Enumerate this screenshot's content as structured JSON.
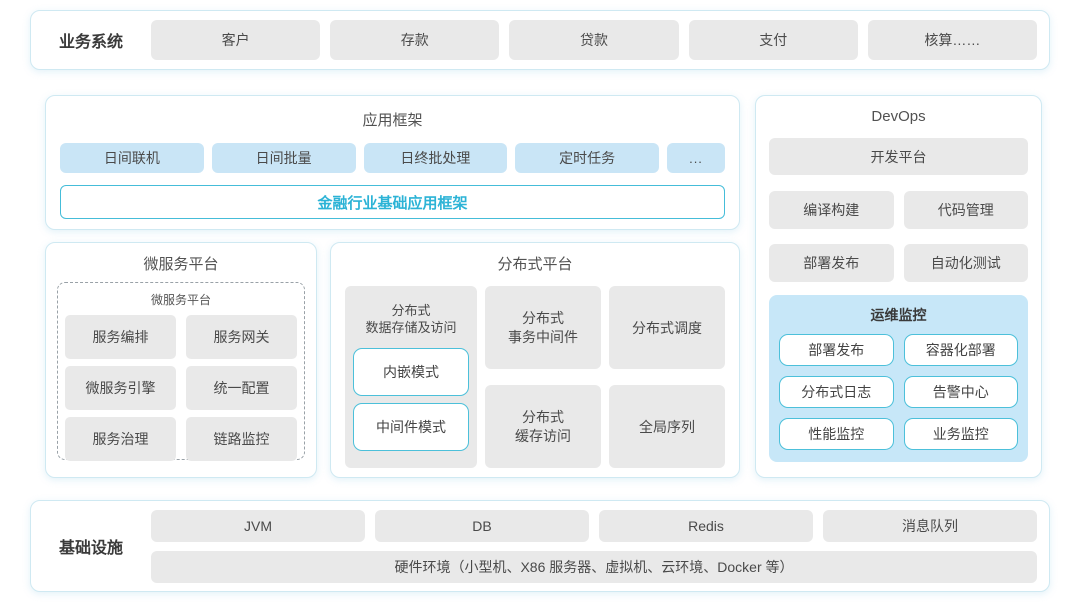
{
  "colors": {
    "accent_teal": "#2cb3d6",
    "teal_border": "#4cc0da",
    "light_blue_fill": "#c9e5f6",
    "monitor_panel_fill": "#c7e7f8",
    "gray_fill": "#e9e9e9",
    "panel_border": "#cfe9f2",
    "text_dark": "#3a3a3a"
  },
  "business": {
    "label": "业务系统",
    "items": [
      "客户",
      "存款",
      "贷款",
      "支付",
      "核算……"
    ]
  },
  "app_framework": {
    "title": "应用框架",
    "modules": [
      "日间联机",
      "日间批量",
      "日终批处理",
      "定时任务",
      "..."
    ],
    "base_framework": "金融行业基础应用框架"
  },
  "devops": {
    "title": "DevOps",
    "dev_platform": "开发平台",
    "tools": [
      "编译构建",
      "代码管理",
      "部署发布",
      "自动化测试"
    ],
    "ops_monitoring": {
      "title": "运维监控",
      "items": [
        "部署发布",
        "容器化部署",
        "分布式日志",
        "告警中心",
        "性能监控",
        "业务监控"
      ]
    }
  },
  "microservice": {
    "title": "微服务平台",
    "inner_title": "微服务平台",
    "items": [
      "服务编排",
      "服务网关",
      "微服务引擎",
      "统一配置",
      "服务治理",
      "链路监控"
    ]
  },
  "distributed": {
    "title": "分布式平台",
    "storage": {
      "label": "分布式\n数据存储及访问",
      "modes": [
        "内嵌模式",
        "中间件模式"
      ]
    },
    "cells": [
      "分布式\n事务中间件",
      "分布式调度",
      "分布式\n缓存访问",
      "全局序列"
    ]
  },
  "infrastructure": {
    "label": "基础设施",
    "items": [
      "JVM",
      "DB",
      "Redis",
      "消息队列"
    ],
    "hardware": "硬件环境（小型机、X86 服务器、虚拟机、云环境、Docker 等）"
  }
}
